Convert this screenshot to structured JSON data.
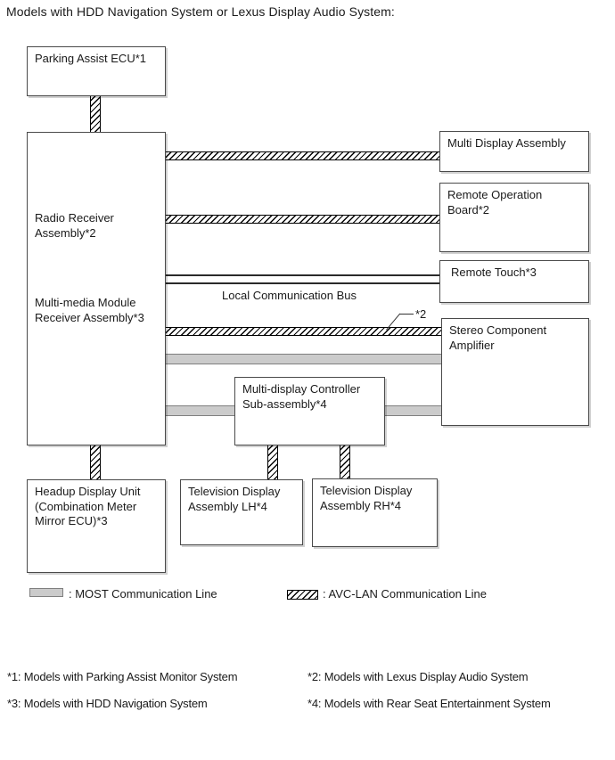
{
  "title": "Models with HDD Navigation System or Lexus Display Audio System:",
  "nodes": {
    "parking_assist_ecu": "Parking Assist ECU*1",
    "radio_receiver": "Radio Receiver Assembly*2",
    "multimedia_module_receiver": "Multi-media Module Receiver Assembly*3",
    "multi_display_assembly": "Multi Display Assembly",
    "remote_operation_board": "Remote Operation Board*2",
    "remote_touch": "Remote Touch*3",
    "stereo_component_amplifier": "Stereo Component Amplifier",
    "multi_display_controller": "Multi-display Controller Sub-assembly*4",
    "headup_display_unit": "Headup Display Unit (Combination Meter Mirror ECU)*3",
    "tv_display_lh": "Television Display Assembly LH*4",
    "tv_display_rh": "Television Display Assembly RH*4"
  },
  "annotations": {
    "local_communication_bus": "Local Communication Bus",
    "star2_callout": "*2"
  },
  "legend": {
    "most_label": ": MOST Communication Line",
    "avclan_label": ": AVC-LAN Communication Line"
  },
  "footnotes": [
    "*1: Models with Parking Assist Monitor System",
    "*2: Models with Lexus Display Audio System",
    "*3: Models with HDD Navigation System",
    "*4: Models with Rear Seat Entertainment System"
  ],
  "colors": {
    "most_fill": "#cbcbcb",
    "most_border": "#7f7f7f",
    "line_black": "#000000",
    "box_border": "#4a4a4a",
    "background": "#ffffff"
  }
}
